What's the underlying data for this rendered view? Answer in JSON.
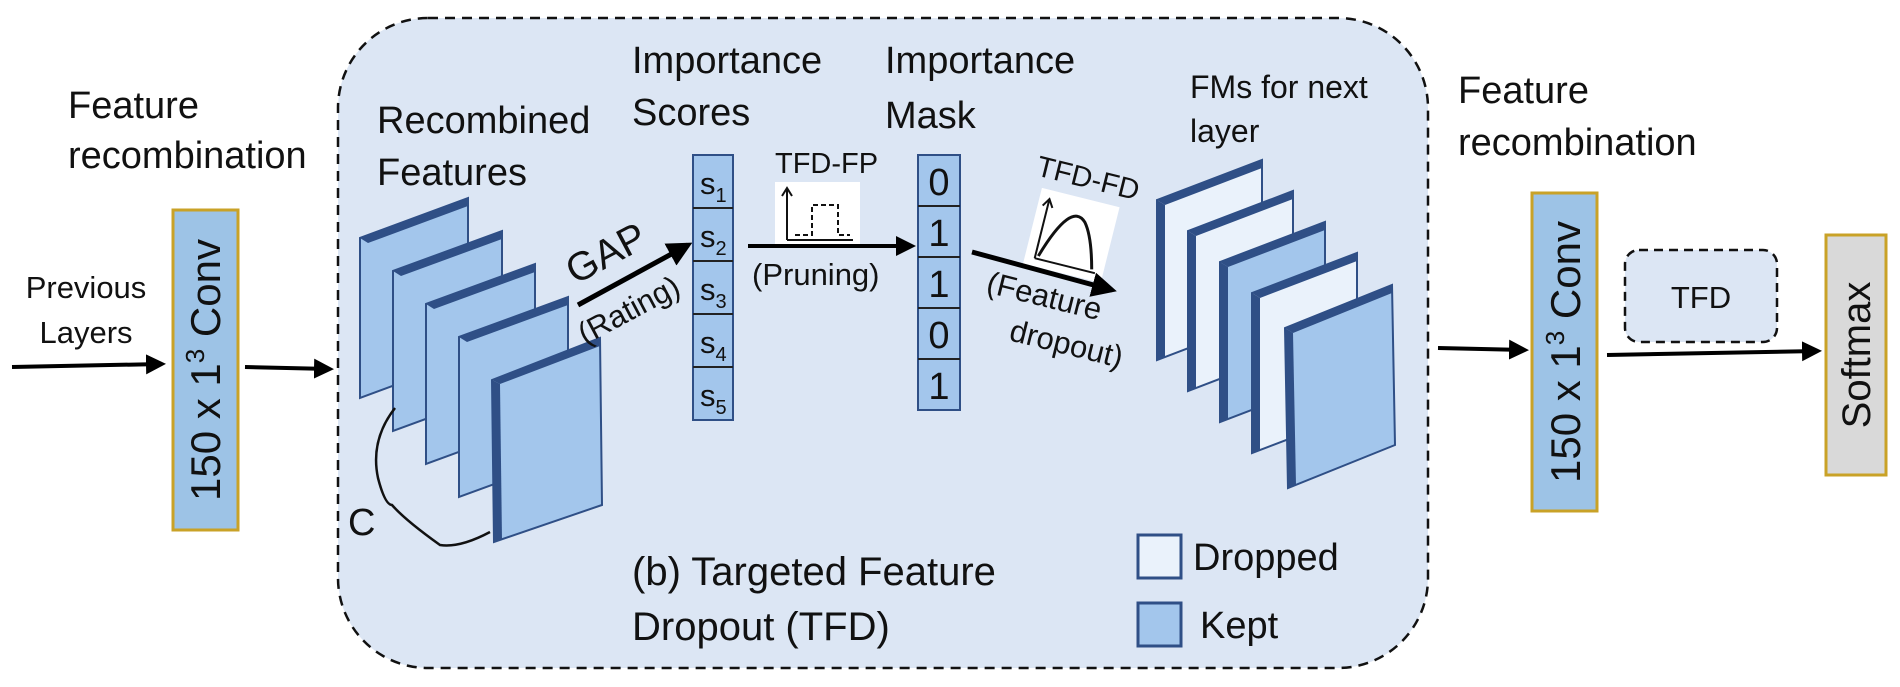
{
  "left_block": {
    "title_line1": "Feature",
    "title_line2": "recombination",
    "input_line1": "Previous",
    "input_line2": "Layers",
    "conv_text": "150 x 1",
    "conv_exp": "3",
    "conv_suffix": " Conv"
  },
  "tfd": {
    "recombined_line1": "Recombined",
    "recombined_line2": "Features",
    "channel_label": "C",
    "gap_label": "GAP",
    "gap_sub": "(Rating)",
    "scores_line1": "Importance",
    "scores_line2": "Scores",
    "scores": [
      {
        "base": "s",
        "sub": "1"
      },
      {
        "base": "s",
        "sub": "2"
      },
      {
        "base": "s",
        "sub": "3"
      },
      {
        "base": "s",
        "sub": "4"
      },
      {
        "base": "s",
        "sub": "5"
      }
    ],
    "fp_label": "TFD-FP",
    "fp_sub": "(Pruning)",
    "mask_line1": "Importance",
    "mask_line2": "Mask",
    "mask": [
      "0",
      "1",
      "1",
      "0",
      "1"
    ],
    "fd_label": "TFD-FD",
    "fd_sub_line1": "(Feature",
    "fd_sub_line2": "dropout)",
    "fms_line1": "FMs for next",
    "fms_line2": "layer",
    "caption_line1": "(b) Targeted Feature",
    "caption_line2": "Dropout (TFD)",
    "legend": [
      {
        "label": "Dropped",
        "color": "#eaf2fb"
      },
      {
        "label": "Kept",
        "color": "#a3c6ec"
      }
    ],
    "fm_states": [
      "dropped",
      "dropped",
      "kept",
      "dropped",
      "kept"
    ]
  },
  "right_block": {
    "title_line1": "Feature",
    "title_line2": "recombination",
    "conv_text": "150 x 1",
    "conv_exp": "3",
    "conv_suffix": " Conv",
    "tfd_box": "TFD",
    "softmax": "Softmax"
  },
  "colors": {
    "tfd_region": "#dce6f4",
    "conv_fill": "#9dc3e6",
    "conv_border": "#c9a227",
    "softmax_fill": "#d9d9d9",
    "feature_front": "#a3c6ec",
    "feature_dropped": "#eaf2fb",
    "feature_edge": "#2f4f86",
    "feature_side": "#2f4f86"
  }
}
